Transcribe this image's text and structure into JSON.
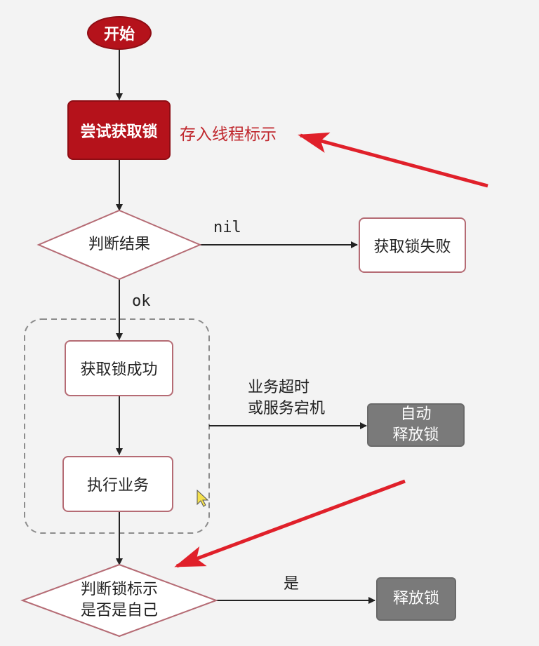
{
  "nodes": {
    "start": "开始",
    "try_lock": "尝试获取锁",
    "judge_result": "判断结果",
    "lock_fail": "获取锁失败",
    "lock_success": "获取锁成功",
    "execute": "执行业务",
    "auto_release_line1": "自动",
    "auto_release_line2": "释放锁",
    "judge_owner_line1": "判断锁标示",
    "judge_owner_line2": "是否是自己",
    "release": "释放锁"
  },
  "edge_labels": {
    "nil": "nil",
    "ok": "ok",
    "timeout_line1": "业务超时",
    "timeout_line2": "或服务宕机",
    "yes": "是"
  },
  "annotations": {
    "store_thread_id": "存入线程标示"
  },
  "colors": {
    "accent_red": "#b5121b",
    "annotation_red": "#e0202a",
    "box_border": "#b56b74",
    "gray_node": "#7a7a7a"
  }
}
